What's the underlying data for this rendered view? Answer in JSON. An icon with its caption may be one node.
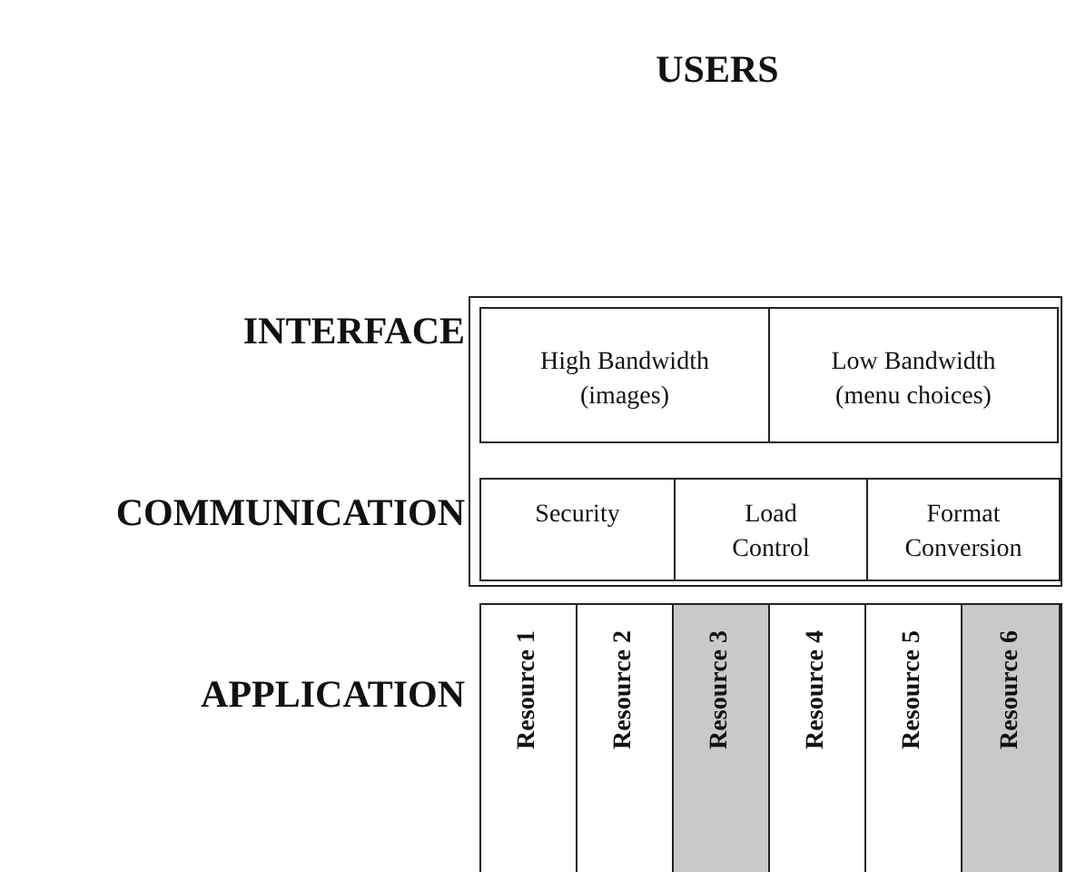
{
  "diagram": {
    "nodes": [
      {
        "text": [],
        "shape": "box"
      },
      {
        "text": [],
        "shape": "box",
        "in": 0,
        "beside": [
          "INTERFACE"
        ]
      },
      {
        "text": [
          "High Bandwidth (images)"
        ],
        "in": 1
      },
      {
        "text": [
          "Low Bandwidth (menu choices)"
        ],
        "in": 1
      },
      {
        "text": [],
        "shape": "box",
        "in": 0,
        "beside": [
          "COMMUNICATION"
        ]
      },
      {
        "text": [
          "Security"
        ],
        "in": 4
      },
      {
        "text": [
          "Load Control"
        ],
        "in": 4
      },
      {
        "text": [
          "Format Conversion"
        ],
        "in": 4
      },
      {
        "text": [],
        "shape": "box",
        "beside": [
          "APPLICATION"
        ]
      },
      {
        "text": [
          "Resource 1"
        ],
        "in": 8
      },
      {
        "text": [
          "Resource 2"
        ],
        "in": 8
      },
      {
        "text": [
          "Resource 3"
        ],
        "in": 8
      },
      {
        "text": [
          "Resource 4"
        ],
        "in": 8
      },
      {
        "text": [
          "Resource 5"
        ],
        "in": 8
      },
      {
        "text": [
          "Resource 6"
        ],
        "in": 8
      }
    ],
    "labels": [
      "USERS"
    ]
  }
}
